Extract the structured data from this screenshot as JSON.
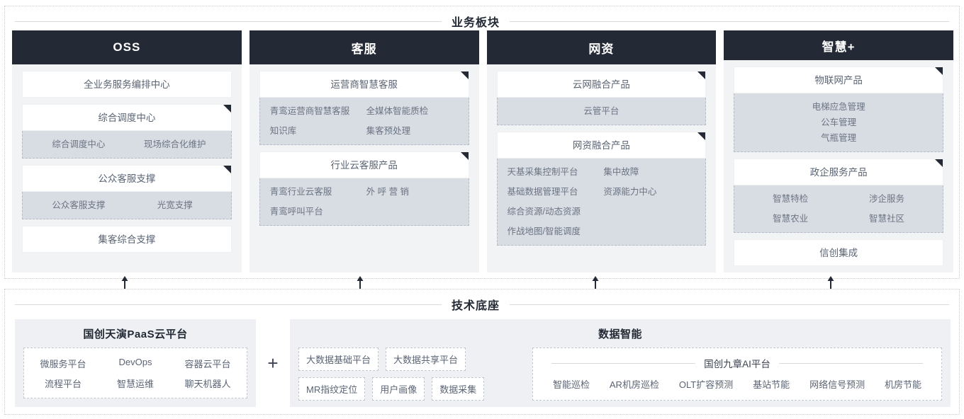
{
  "business": {
    "title": "业务板块",
    "columns": [
      {
        "header": "OSS",
        "cards": [
          {
            "type": "plain",
            "title": "全业务服务编排中心"
          },
          {
            "type": "expand",
            "title": "综合调度中心",
            "layout": "grid2-centered",
            "items": [
              "综合调度中心",
              "现场综合化维护"
            ]
          },
          {
            "type": "expand",
            "title": "公众客服支撑",
            "layout": "grid2-centered",
            "items": [
              "公众客服支撑",
              "光宽支撑"
            ]
          },
          {
            "type": "plain",
            "title": "集客综合支撑"
          }
        ]
      },
      {
        "header": "客服",
        "cards": [
          {
            "type": "expand",
            "title": "运营商智慧客服",
            "layout": "grid2",
            "items": [
              "青鸾运营商智慧客服",
              "全媒体智能质检",
              "知识库",
              "集客预处理"
            ]
          },
          {
            "type": "expand",
            "title": "行业云客服产品",
            "layout": "grid2",
            "items": [
              "青鸾行业云客服",
              "外 呼 营 销",
              "青鸾呼叫平台",
              ""
            ]
          }
        ]
      },
      {
        "header": "网资",
        "cards": [
          {
            "type": "expand",
            "title": "云网融合产品",
            "layout": "single",
            "items": [
              "云管平台"
            ]
          },
          {
            "type": "expand",
            "title": "网资融合产品",
            "layout": "grid2",
            "items": [
              "天基采集控制平台",
              "集中故障",
              "基础数据管理平台",
              "资源能力中心",
              "综合资源/动态资源",
              "",
              "作战地图/智能调度",
              ""
            ]
          }
        ]
      },
      {
        "header": "智慧+",
        "cards": [
          {
            "type": "expand",
            "title": "物联网产品",
            "layout": "stack",
            "items": [
              "电梯应急管理",
              "公车管理",
              "气瓶管理"
            ]
          },
          {
            "type": "expand",
            "title": "政企服务产品",
            "layout": "grid2-centered",
            "items": [
              "智慧特检",
              "涉企服务",
              "智慧农业",
              "智慧社区"
            ]
          },
          {
            "type": "plain",
            "title": "信创集成"
          }
        ]
      }
    ]
  },
  "foundation": {
    "title": "技术底座",
    "plus": "+",
    "paas": {
      "heading": "国创天演PaaS云平台",
      "items": [
        "微服务平台",
        "DevOps",
        "容器云平台",
        "流程平台",
        "智慧运维",
        "聊天机器人"
      ]
    },
    "data": {
      "heading": "数据智能",
      "chips": [
        [
          "大数据基础平台",
          "大数据共享平台"
        ],
        [
          "MR指纹定位",
          "用户画像",
          "数据采集"
        ]
      ],
      "ai": {
        "title": "国创九章AI平台",
        "items": [
          "智能巡检",
          "AR机房巡检",
          "OLT扩容预测",
          "基站节能",
          "网络信号预测",
          "机房节能"
        ]
      }
    }
  },
  "colors": {
    "header_bg": "#232a35",
    "panel_bg": "#f2f3f5",
    "sub_bg": "#d8dde4",
    "text_muted": "#5b6474"
  }
}
